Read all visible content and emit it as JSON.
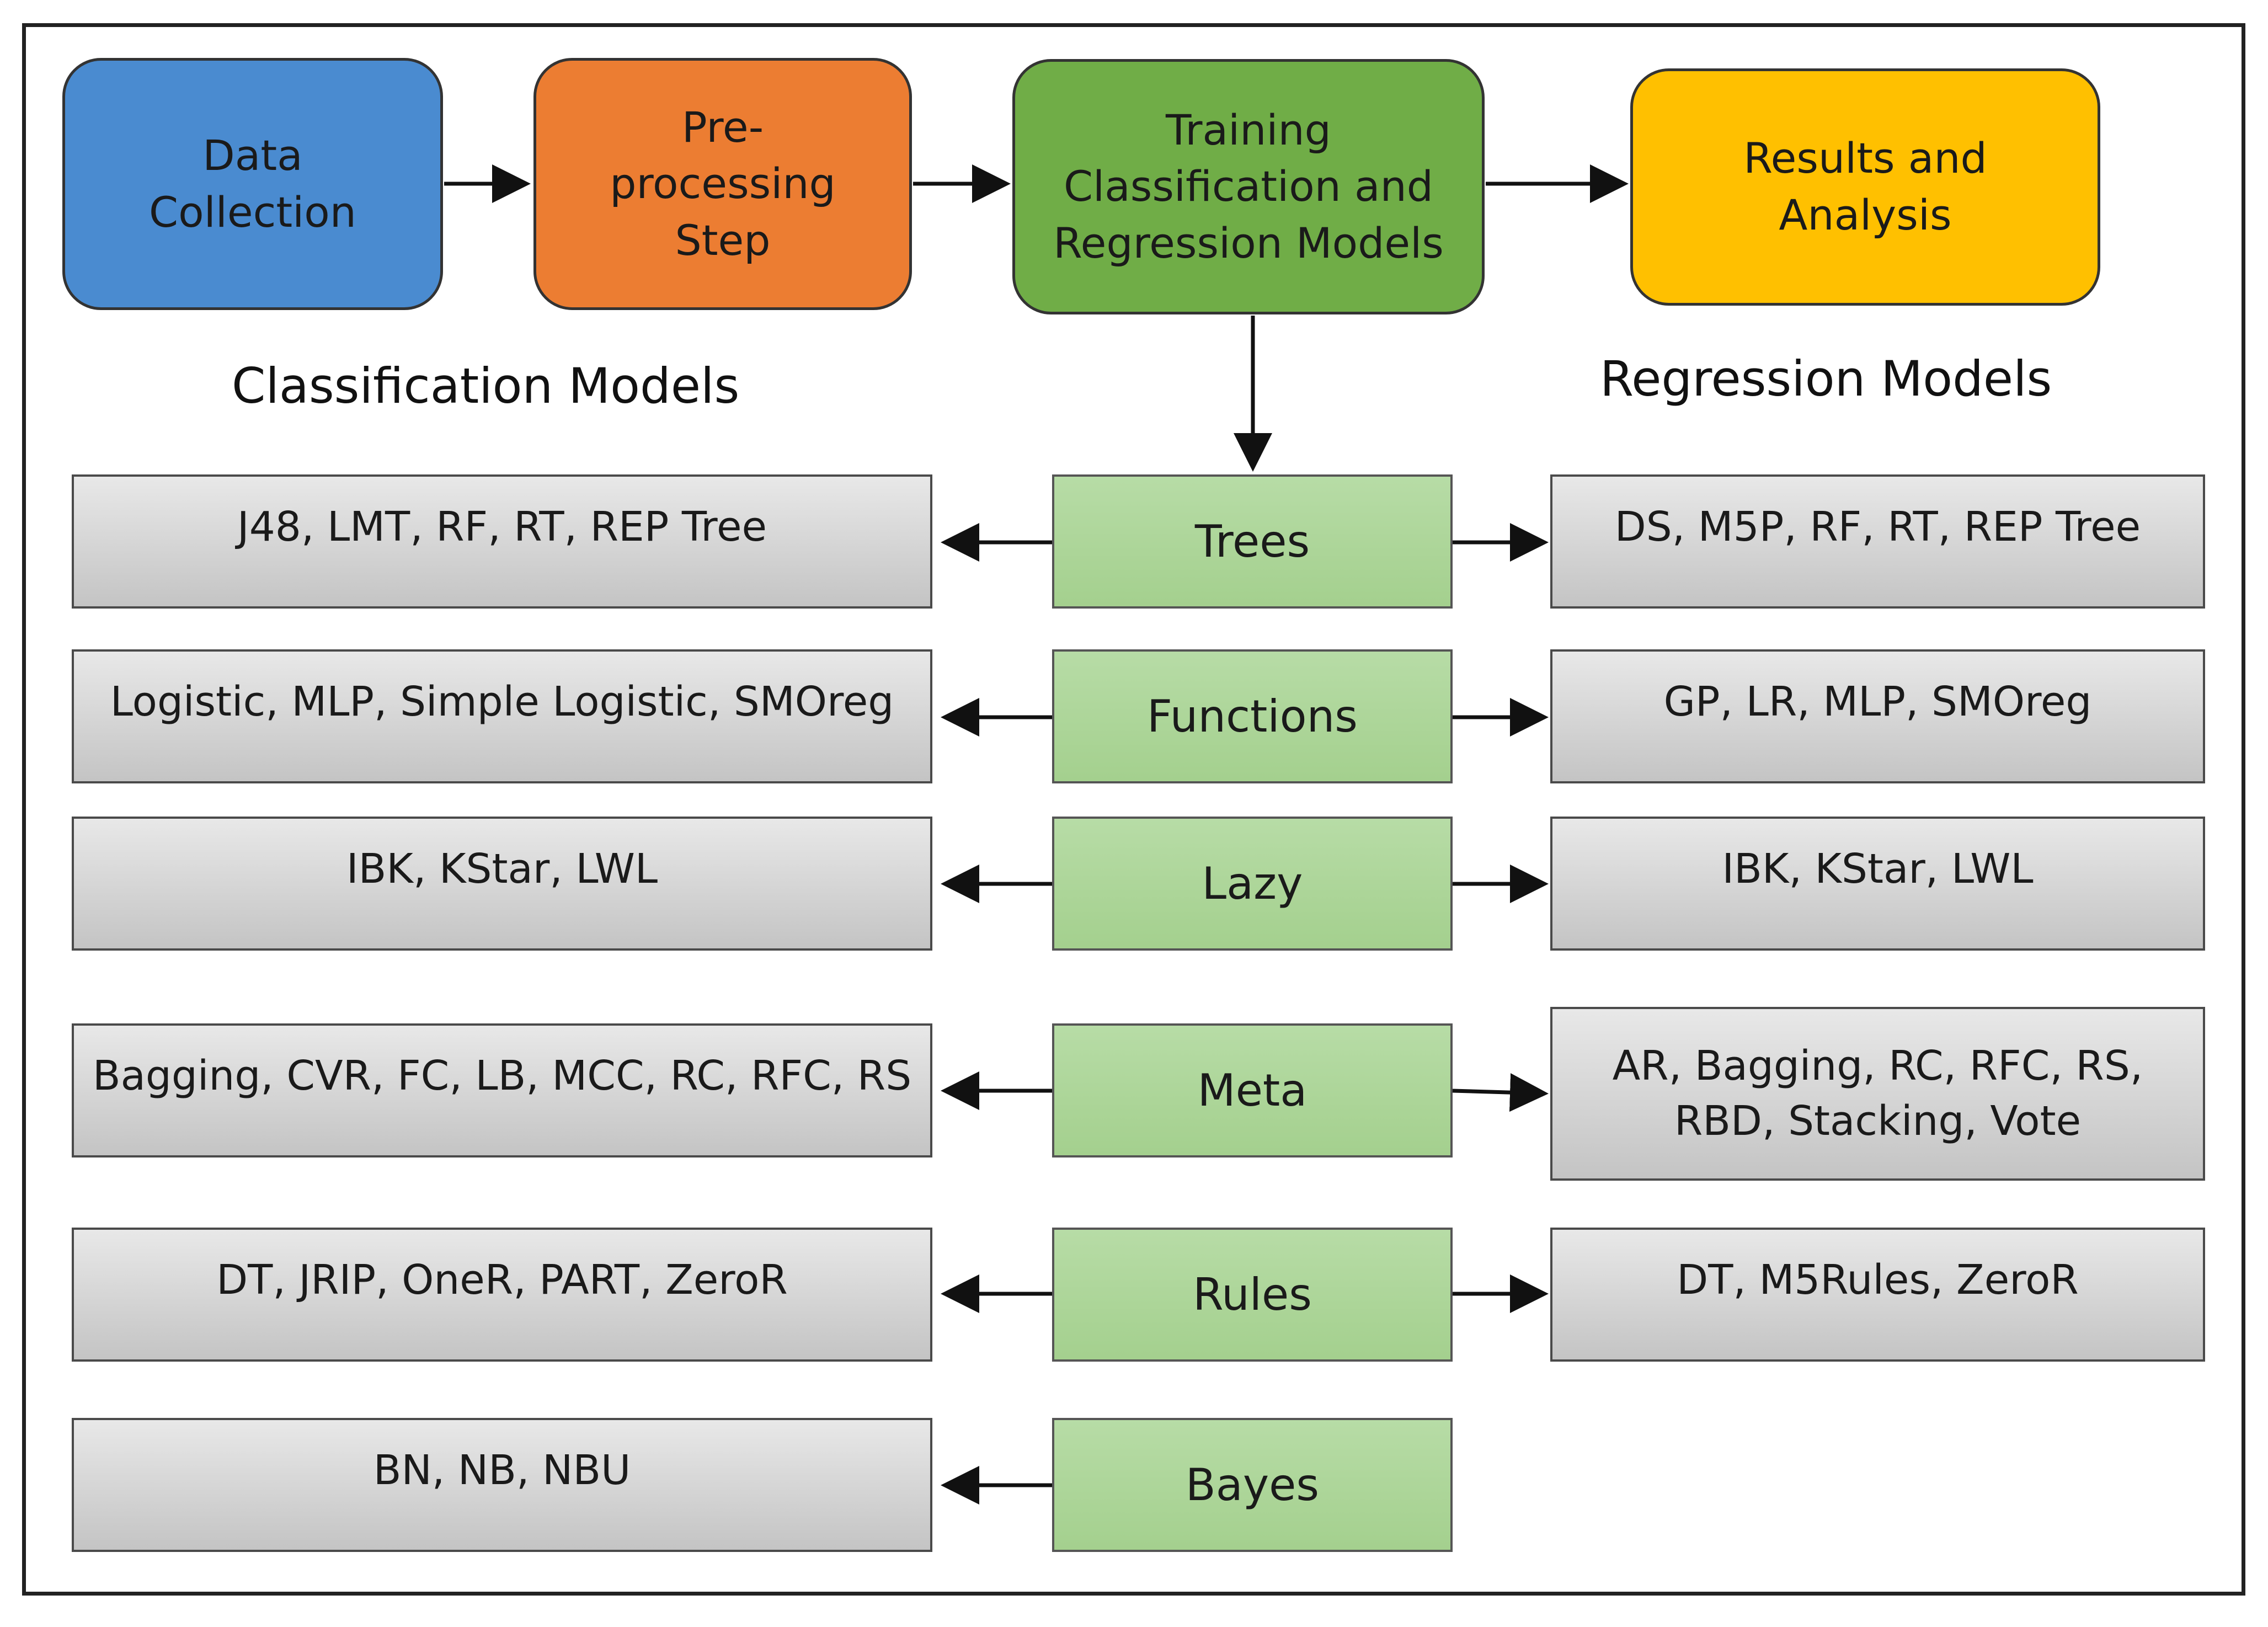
{
  "pipeline": {
    "data_collection": "Data\nCollection",
    "preprocessing": "Pre-\nprocessing\nStep",
    "training": "Training\nClassification and\nRegression Models",
    "results": "Results and\nAnalysis"
  },
  "headings": {
    "classification": "Classification Models",
    "regression": "Regression Models"
  },
  "rows": [
    {
      "category": "Trees",
      "classification": "J48, LMT, RF, RT, REP Tree",
      "regression": "DS, M5P, RF, RT, REP Tree"
    },
    {
      "category": "Functions",
      "classification": "Logistic, MLP, Simple Logistic, SMOreg",
      "regression": "GP, LR,  MLP, SMOreg"
    },
    {
      "category": "Lazy",
      "classification": "IBK, KStar, LWL",
      "regression": "IBK, KStar, LWL"
    },
    {
      "category": "Meta",
      "classification": "Bagging, CVR, FC, LB, MCC, RC, RFC, RS",
      "regression": "AR, Bagging, RC, RFC, RS,\nRBD, Stacking, Vote"
    },
    {
      "category": "Rules",
      "classification": "DT, JRIP, OneR, PART, ZeroR",
      "regression": "DT, M5Rules, ZeroR"
    },
    {
      "category": "Bayes",
      "classification": "BN, NB, NBU"
    }
  ],
  "colors": {
    "data_collection": "#4a8bd0",
    "preprocessing": "#ec7d32",
    "training": "#70ad47",
    "results": "#ffc000",
    "category_fill": "#a9d18e",
    "model_fill": "#d0d0d0"
  }
}
